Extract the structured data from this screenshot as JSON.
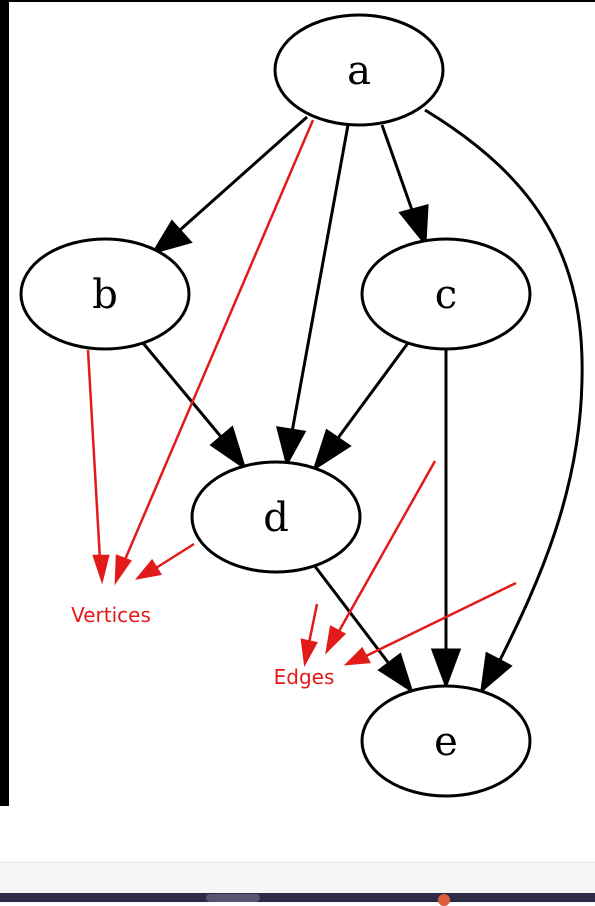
{
  "diagram": {
    "nodes": [
      {
        "id": "a",
        "label": "a"
      },
      {
        "id": "b",
        "label": "b"
      },
      {
        "id": "c",
        "label": "c"
      },
      {
        "id": "d",
        "label": "d"
      },
      {
        "id": "e",
        "label": "e"
      }
    ],
    "edges": [
      {
        "from": "a",
        "to": "b"
      },
      {
        "from": "a",
        "to": "d"
      },
      {
        "from": "a",
        "to": "c"
      },
      {
        "from": "a",
        "to": "e"
      },
      {
        "from": "b",
        "to": "d"
      },
      {
        "from": "c",
        "to": "d"
      },
      {
        "from": "c",
        "to": "e"
      },
      {
        "from": "d",
        "to": "e"
      }
    ],
    "annotations": {
      "vertices_label": "Vertices",
      "edges_label": "Edges"
    },
    "colors": {
      "stroke": "#000000",
      "annotation": "#e31a1a",
      "background": "#ffffff"
    }
  }
}
